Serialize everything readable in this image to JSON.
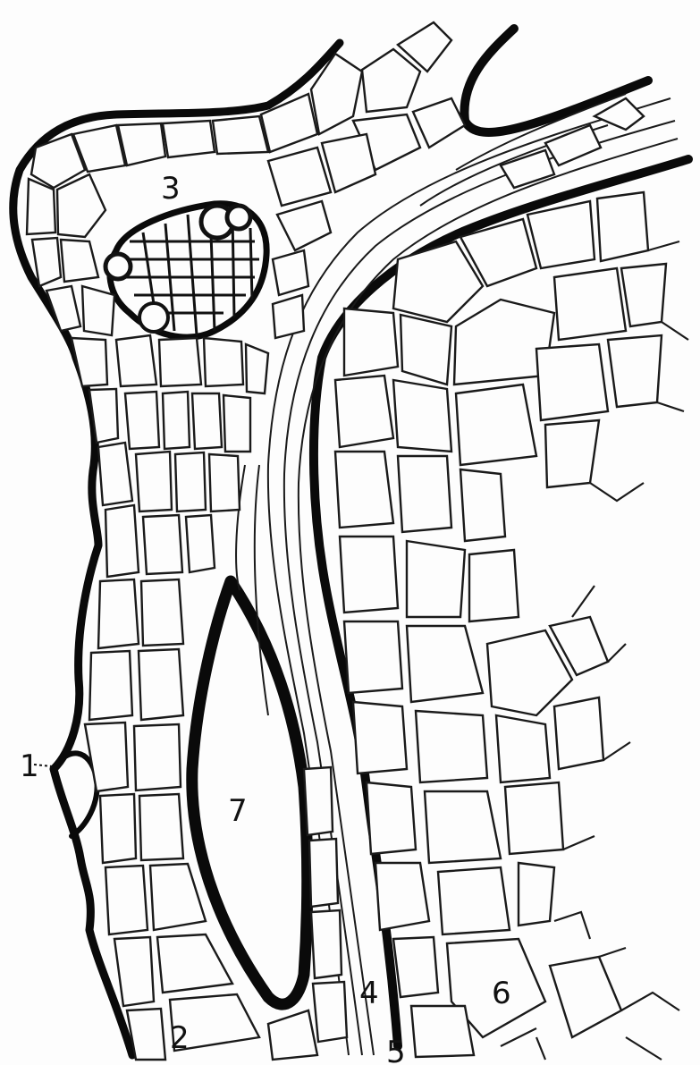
{
  "labels": {
    "l1": "1",
    "l2": "2",
    "l3": "3",
    "l4": "4",
    "l5": "5",
    "l6": "6",
    "l7": "7"
  },
  "colors": {
    "ink": "#0a0a0a",
    "paper": "#fdfdfd"
  }
}
